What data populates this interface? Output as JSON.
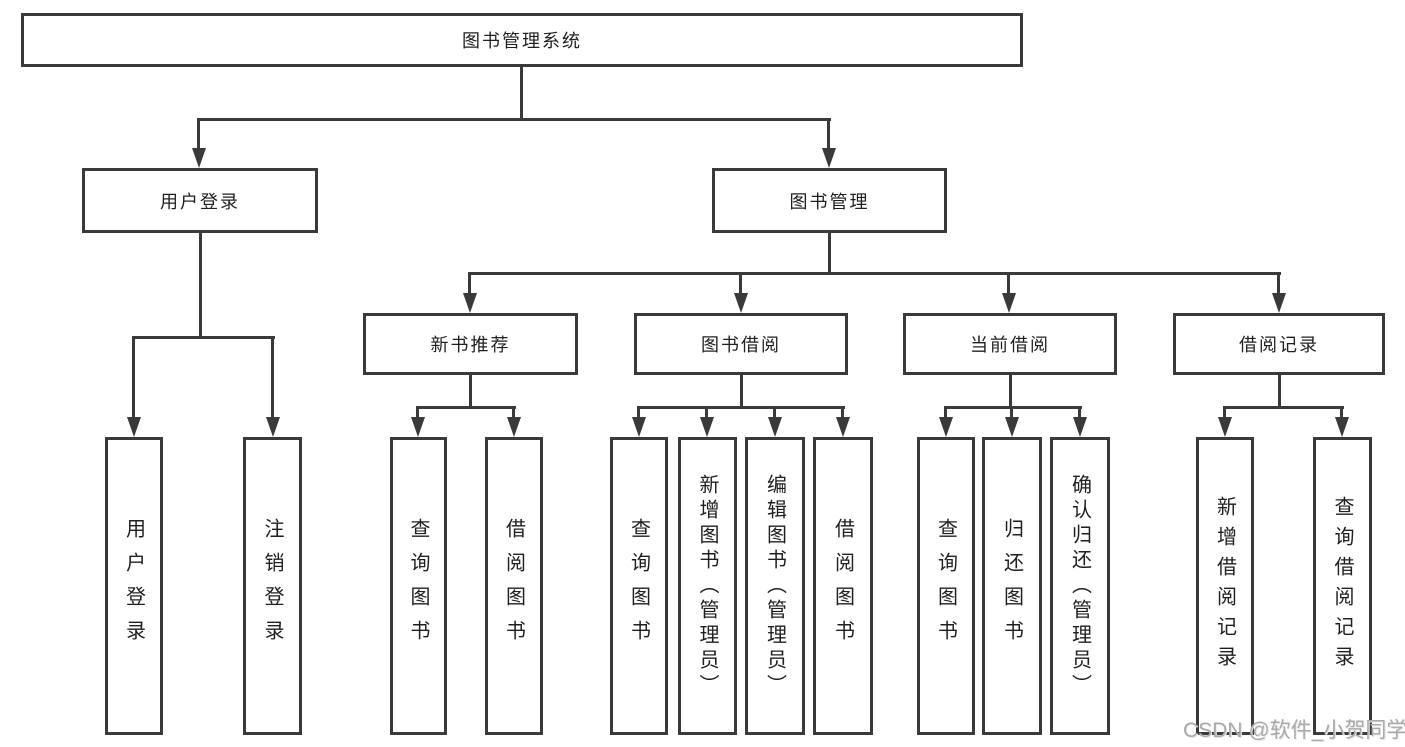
{
  "diagram": {
    "root": "图书管理系统",
    "level2": [
      {
        "label": "用户登录",
        "children": [
          "用户登录",
          "注销登录"
        ]
      },
      {
        "label": "图书管理",
        "children": [
          {
            "label": "新书推荐",
            "children": [
              "查询图书",
              "借阅图书"
            ]
          },
          {
            "label": "图书借阅",
            "children": [
              "查询图书",
              "新增图书（管理员）",
              "编辑图书（管理员）",
              "借阅图书"
            ]
          },
          {
            "label": "当前借阅",
            "children": [
              "查询图书",
              "归还图书",
              "确认归还（管理员）"
            ]
          },
          {
            "label": "借阅记录",
            "children": [
              "新增借阅记录",
              "查询借阅记录"
            ]
          }
        ]
      }
    ]
  },
  "watermark": "CSDN @软件_小贺同学",
  "colors": {
    "line": "#3a3a3a",
    "box_border": "#3a3a3a",
    "text": "#1f1f1f",
    "watermark": "#a9a9a9",
    "background": "#ffffff"
  }
}
